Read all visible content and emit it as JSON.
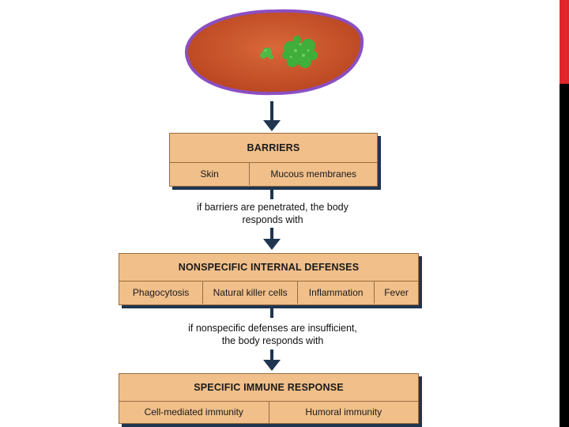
{
  "colors": {
    "box_fill": "#f0bf8a",
    "box_border": "#9a6d3e",
    "arrow": "#1f3550",
    "cell_body": "#cf5a2c",
    "cell_outline": "#8b4fc2",
    "nucleus": "#3fae3a"
  },
  "barriers": {
    "title": "BARRIERS",
    "items": [
      "Skin",
      "Mucous membranes"
    ]
  },
  "connector_1": {
    "line1": "if barriers are penetrated, the body",
    "line2": "responds with"
  },
  "nonspecific": {
    "title": "NONSPECIFIC INTERNAL DEFENSES",
    "items": [
      "Phagocytosis",
      "Natural killer cells",
      "Inflammation",
      "Fever"
    ]
  },
  "connector_2": {
    "line1": "if nonspecific defenses are insufficient,",
    "line2": "the body responds with"
  },
  "specific": {
    "title": "SPECIFIC IMMUNE RESPONSE",
    "items": [
      "Cell-mediated immunity",
      "Humoral immunity"
    ]
  }
}
